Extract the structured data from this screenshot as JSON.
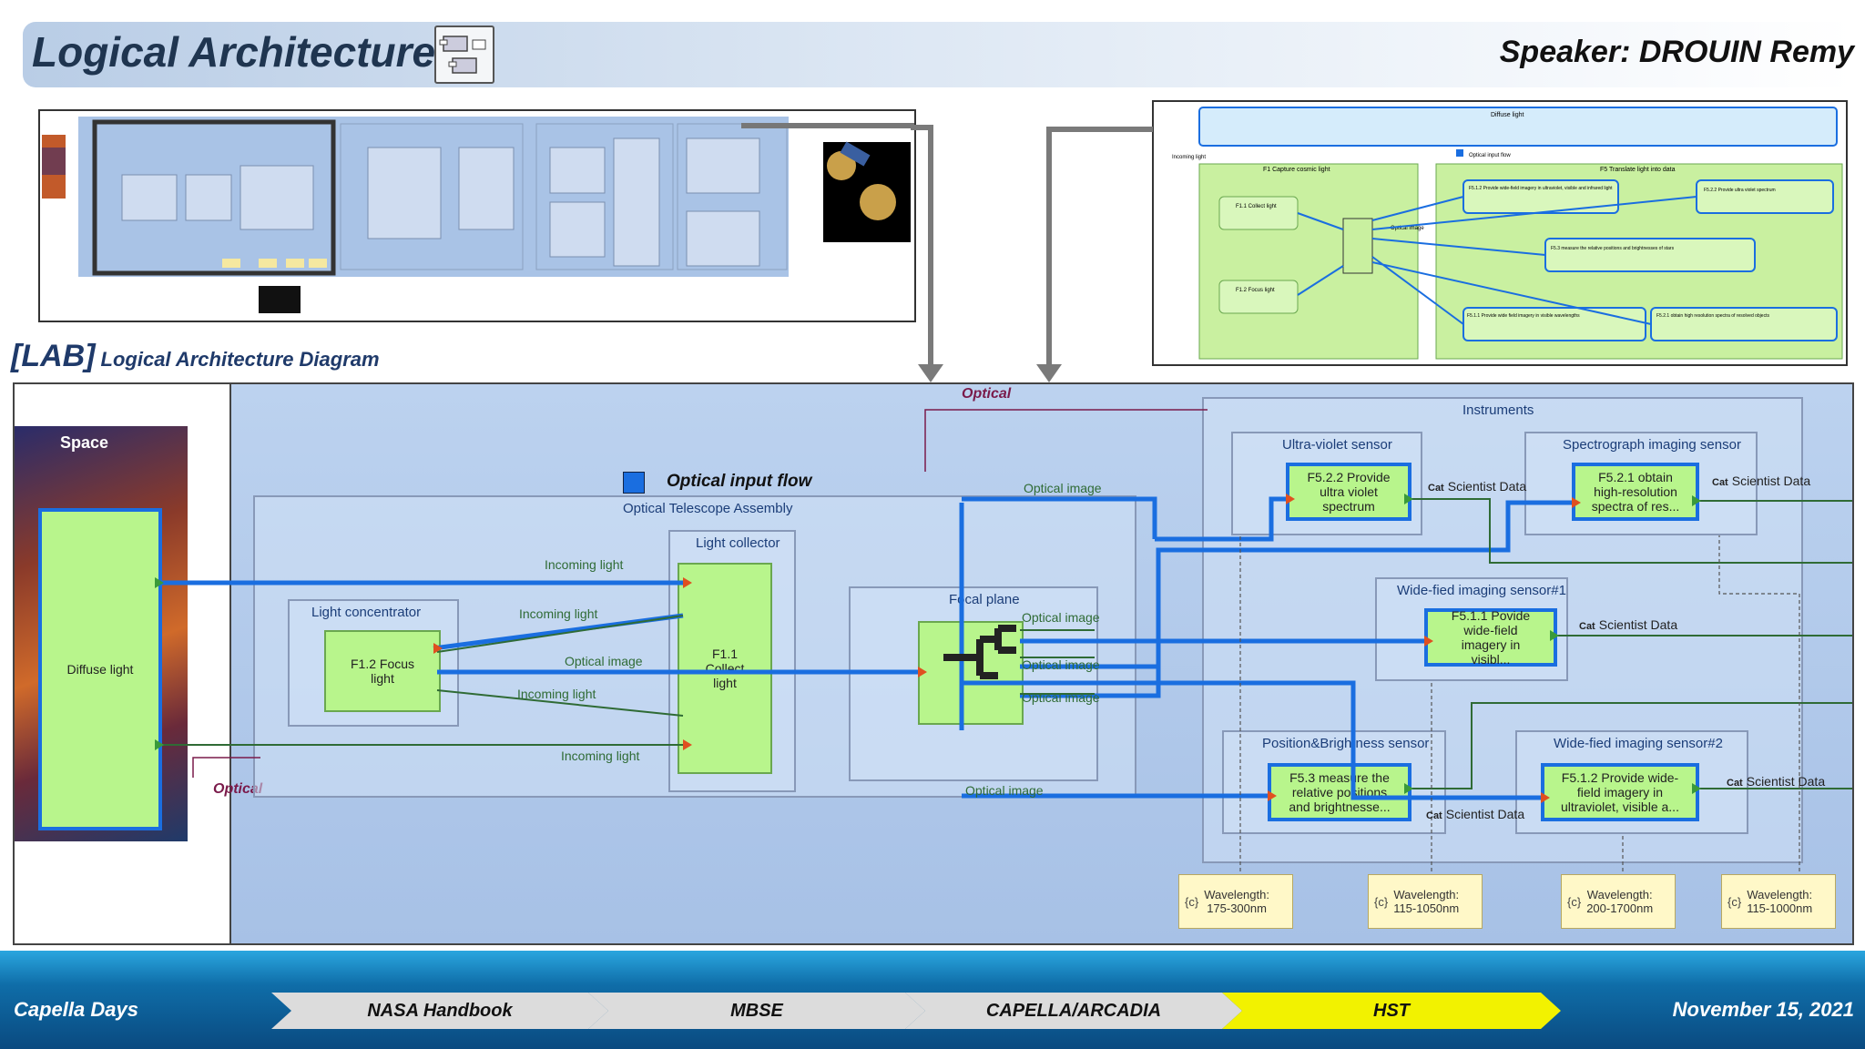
{
  "header": {
    "title": "Logical Architecture",
    "speaker": "Speaker: DROUIN Remy"
  },
  "thumbnail_right": {
    "diffuse": "Diffuse light",
    "optical_input_flow": "Optical input flow",
    "incoming": "Incoming light",
    "f1": "F1 Capture cosmic light",
    "f5": "F5 Translate light into data",
    "f11": "F1.1 Collect light",
    "f12": "F1.2 Focus light",
    "f512": "F5.1.2 Provide wide-field imagery in ultraviolet, visible and infrared light",
    "f522": "F5.2.2 Provide ultra violet spectrum",
    "f53": "F5.3 measure the relative positions and brightnesses of stars",
    "f511": "F5.1.1 Provide wide field imagery in visible wavelengths",
    "f521": "F5.2.1 obtain high resolution spectra of resolved objects",
    "optical_image": "Optical image"
  },
  "lab": {
    "tag": "[LAB]",
    "subtitle": "Logical Architecture Diagram"
  },
  "diagram": {
    "space": "Space",
    "diffuse_light": "Diffuse light",
    "optical_top": "Optical",
    "optical_bottom": "Optical",
    "optical_input_flow": "Optical input flow",
    "ota": "Optical Telescope Assembly",
    "light_collector": "Light collector",
    "light_concentrator": "Light concentrator",
    "focal_plane": "Focal plane",
    "instruments": "Instruments",
    "f11": "F1.1 Collect light",
    "f12": "F1.2 Focus light",
    "incoming_light": "Incoming light",
    "optical_image": "Optical image",
    "uv_sensor": "Ultra-violet sensor",
    "spectro_sensor": "Spectrograph imaging sensor",
    "wf1_sensor": "Wide-fied imaging sensor#1",
    "pb_sensor": "Position&Brightness sensor",
    "wf2_sensor": "Wide-fied imaging sensor#2",
    "f522": "F5.2.2 Provide ultra violet spectrum",
    "f521": "F5.2.1 obtain high-resolution spectra of res...",
    "f511": "F5.1.1 Povide wide-field imagery in visibl...",
    "f53": "F5.3 measure the relative positions and brightnesse...",
    "f512": "F5.1.2 Provide wide-field imagery in ultraviolet, visible a...",
    "scientist_data": "Scientist Data",
    "cat": "Cat",
    "notes": [
      {
        "line1": "Wavelength:",
        "line2": "175-300nm"
      },
      {
        "line1": "Wavelength:",
        "line2": "115-1050nm"
      },
      {
        "line1": "Wavelength:",
        "line2": "200-1700nm"
      },
      {
        "line1": "Wavelength:",
        "line2": "115-1000nm"
      }
    ]
  },
  "footer": {
    "left": "Capella Days",
    "steps": [
      "NASA Handbook",
      "MBSE",
      "CAPELLA/ARCADIA",
      "HST"
    ],
    "date": "November 15, 2021"
  },
  "colors": {
    "flow_blue": "#1a6ee0",
    "function_green": "#b8f58c",
    "exchange_green": "#2f6b35",
    "step_active": "#f2f200",
    "step_inactive": "#d9d9d9"
  }
}
